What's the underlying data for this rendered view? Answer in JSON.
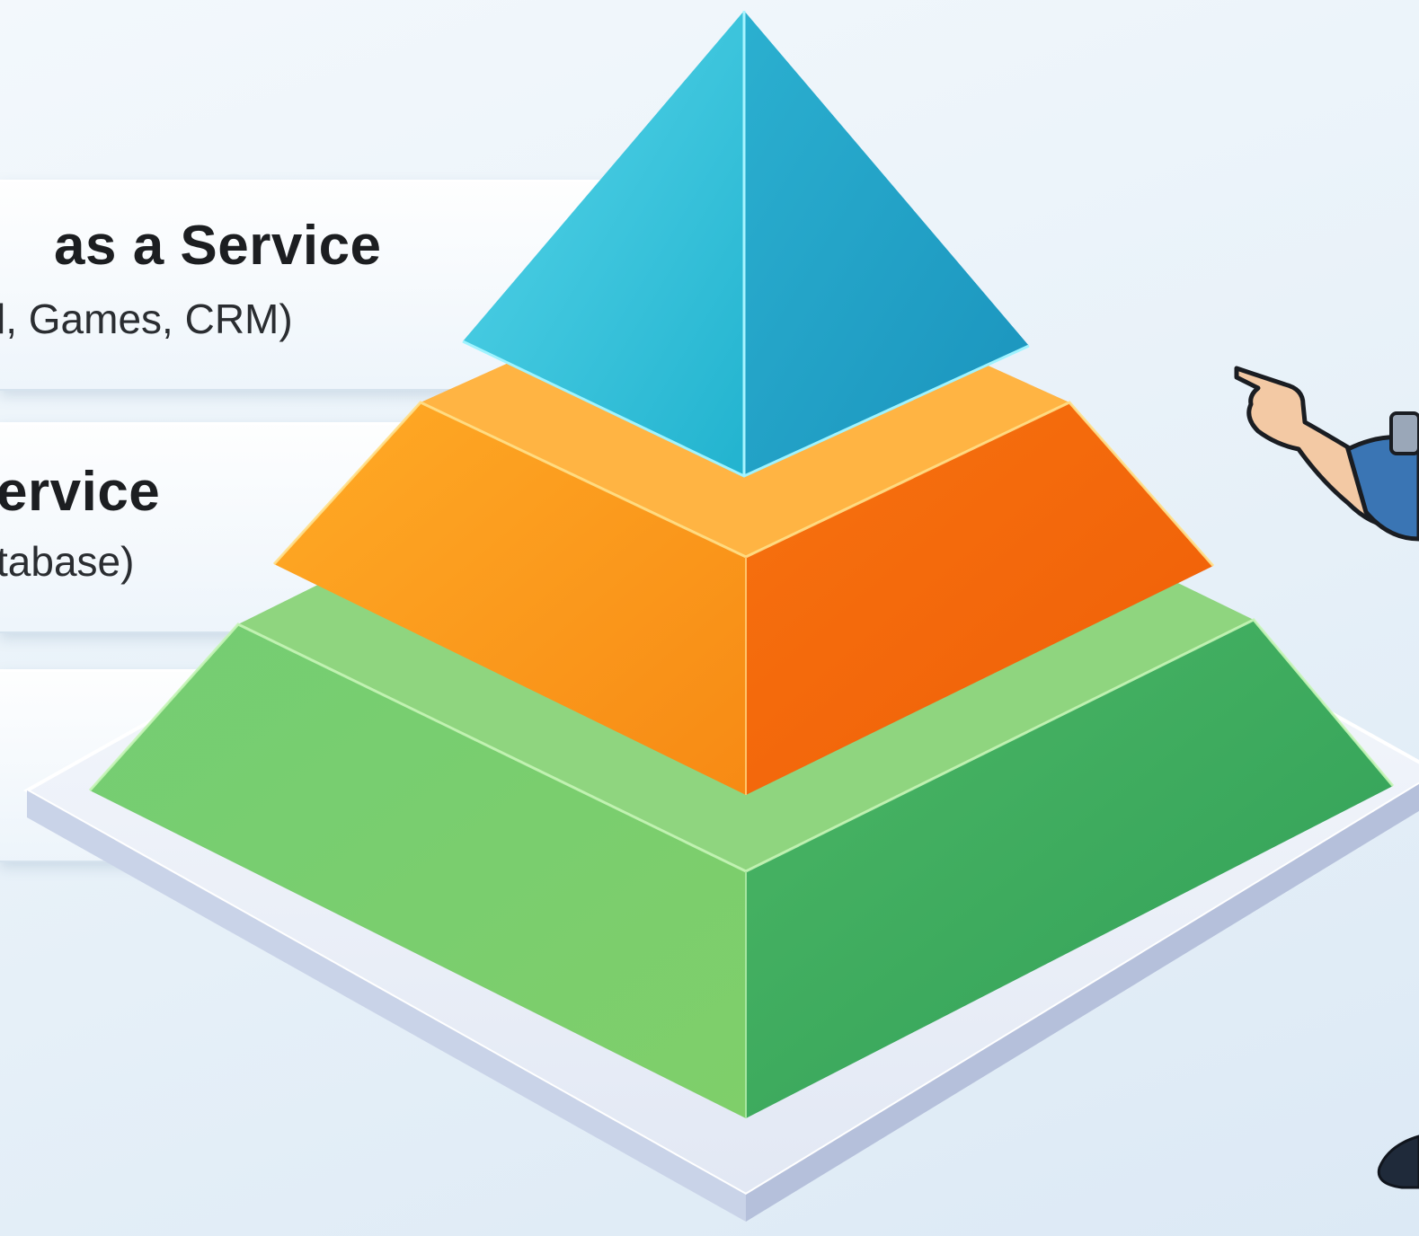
{
  "layers": [
    {
      "title": "as a Service",
      "subtitle": "l, Games, CRM)"
    },
    {
      "title": "ervice",
      "subtitle": "tabase)"
    }
  ],
  "colors": {
    "top_tier": "#2fb9d4",
    "middle_tier": "#f7941d",
    "bottom_tier": "#5cc265",
    "base_platform": "#e8edf6",
    "text": "#1c1e21"
  },
  "icons": [
    "pointing-hand-icon",
    "person-figure-icon"
  ]
}
